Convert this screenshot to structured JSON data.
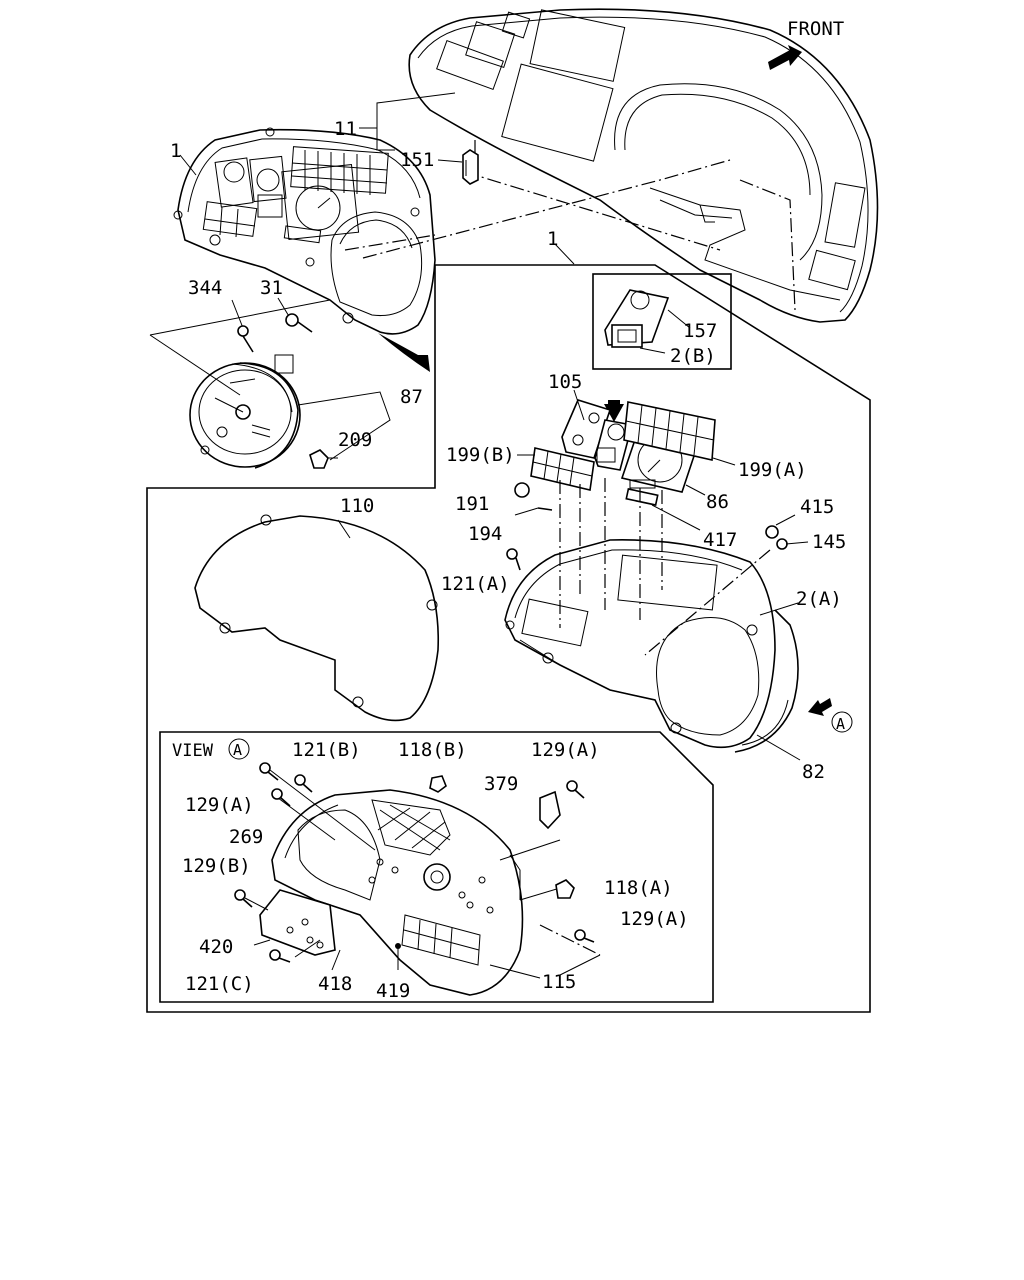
{
  "direction_label": "FRONT",
  "view_label": "VIEW",
  "view_marker": "A",
  "callouts": {
    "c11": "11",
    "c151": "151",
    "c1_left": "1",
    "c1_right": "1",
    "c344": "344",
    "c31": "31",
    "c87": "87",
    "c209": "209",
    "c157": "157",
    "c2b": "2(B)",
    "c105": "105",
    "c199b": "199(B)",
    "c199a": "199(A)",
    "c86": "86",
    "c191": "191",
    "c194": "194",
    "c417": "417",
    "c415": "415",
    "c145": "145",
    "c110": "110",
    "c121a": "121(A)",
    "c2a": "2(A)",
    "c82": "82",
    "c121b": "121(B)",
    "c118b": "118(B)",
    "c129a_top": "129(A)",
    "c129a_left": "129(A)",
    "c379": "379",
    "c269": "269",
    "c129b": "129(B)",
    "c118a": "118(A)",
    "c129a_right": "129(A)",
    "c420": "420",
    "c121c": "121(C)",
    "c418": "418",
    "c419": "419",
    "c115": "115"
  }
}
